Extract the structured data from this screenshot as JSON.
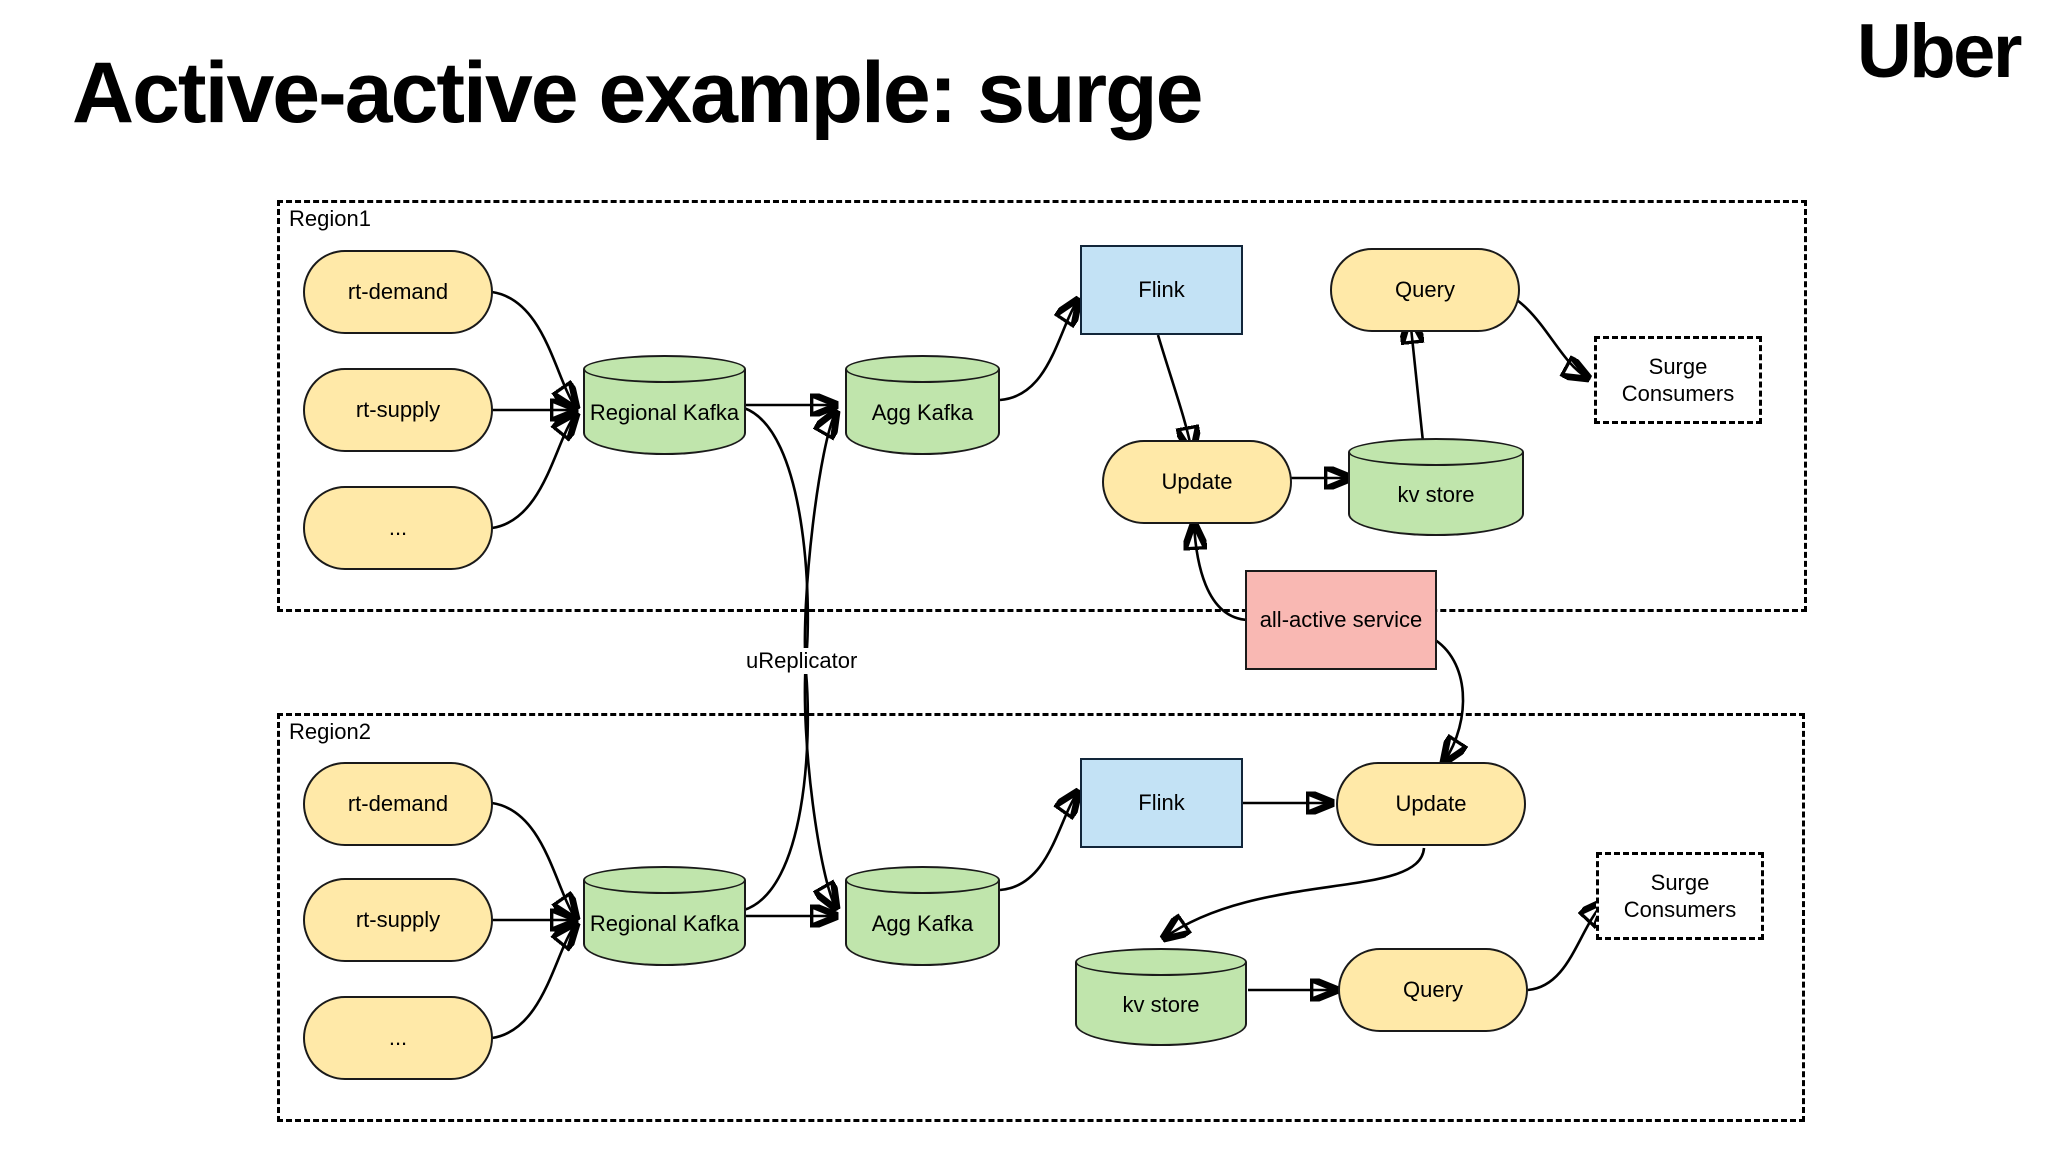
{
  "slide": {
    "title": "Active-active example: surge",
    "brand": "Uber",
    "background": "#ffffff"
  },
  "palette": {
    "yellow": "#ffe9a8",
    "green": "#c0e5ac",
    "blue": "#c3e2f5",
    "red": "#f9b8b3",
    "stroke": "#1a1a1a",
    "dashed": "#000000"
  },
  "diagram": {
    "labels": {
      "ureplicator": "uReplicator"
    },
    "regions": [
      {
        "id": "region1",
        "label": "Region1",
        "nodes": {
          "rt_demand": "rt-demand",
          "rt_supply": "rt-supply",
          "ellipsis": "...",
          "regional_kafka": "Regional Kafka",
          "agg_kafka": "Agg Kafka",
          "flink": "Flink",
          "update": "Update",
          "kv_store": "kv store",
          "query": "Query",
          "surge_consumers_line1": "Surge",
          "surge_consumers_line2": "Consumers"
        }
      },
      {
        "id": "region2",
        "label": "Region2",
        "nodes": {
          "rt_demand": "rt-demand",
          "rt_supply": "rt-supply",
          "ellipsis": "...",
          "regional_kafka": "Regional Kafka",
          "agg_kafka": "Agg Kafka",
          "flink": "Flink",
          "update": "Update",
          "kv_store": "kv store",
          "query": "Query",
          "surge_consumers_line1": "Surge",
          "surge_consumers_line2": "Consumers"
        }
      }
    ],
    "shared": {
      "all_active_service": "all-active service"
    }
  }
}
